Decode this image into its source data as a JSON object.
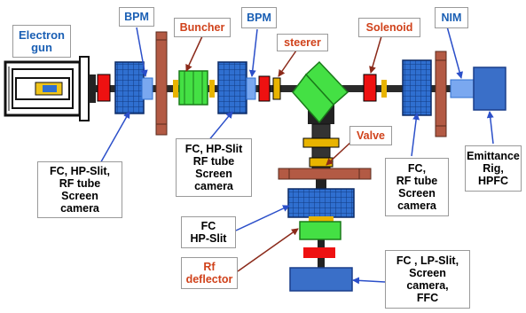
{
  "labels": {
    "electron_gun": "Electron\ngun",
    "bpm_left": "BPM",
    "buncher": "Buncher",
    "bpm_right": "BPM",
    "steerer": "steerer",
    "solenoid": "Solenoid",
    "nim": "NIM",
    "valve": "Valve",
    "diag_station_1": "FC, HP-Slit,\nRF tube\nScreen\ncamera",
    "diag_station_2": "FC, HP-Slit\nRF tube\nScreen\ncamera",
    "diag_station_3": "FC,\nRF tube\nScreen\ncamera",
    "emittance_rig": "Emittance\nRig,\nHPFC",
    "fc_hp_slit": "FC\nHP-Slit",
    "rf_deflector": "Rf\ndeflector",
    "fc_lp_slit": "FC , LP-Slit,\nScreen\ncamera,\nFFC"
  },
  "colors": {
    "label_blue": "#1a5fb4",
    "label_red": "#d0421b",
    "arrow_blue": "#2b4fc9",
    "arrow_red": "#8b2a1a",
    "quad_blue": "#2f6fd0",
    "flange_brown": "#b35a44",
    "buncher_green": "#44e044",
    "solenoid_red": "#ee1111",
    "bellow_yellow": "#e8b400",
    "bpm_light_blue": "#7aa8f0",
    "emittance_blue": "#3a6fc8",
    "beamline_black": "#1a1a1a"
  }
}
